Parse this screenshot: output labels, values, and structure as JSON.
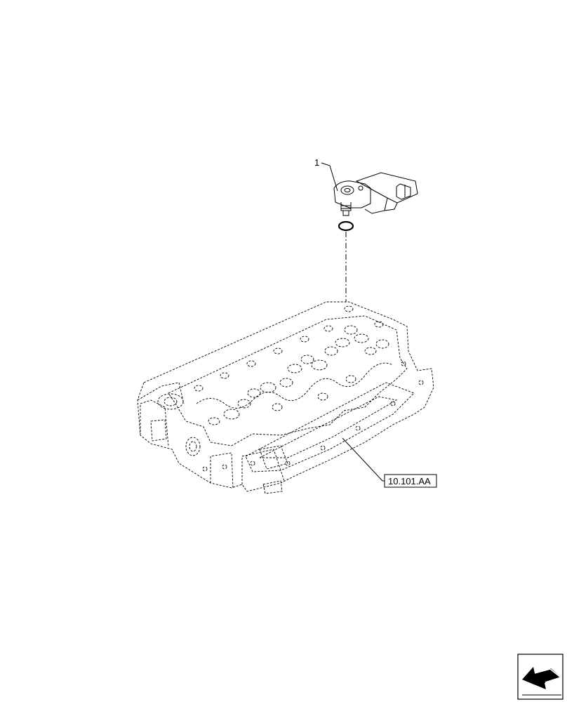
{
  "callouts": [
    {
      "number": "1",
      "part": "pressure-sensor"
    }
  ],
  "reference_label": "10.101.AA",
  "nav_icon": "arrow-navigation-icon"
}
